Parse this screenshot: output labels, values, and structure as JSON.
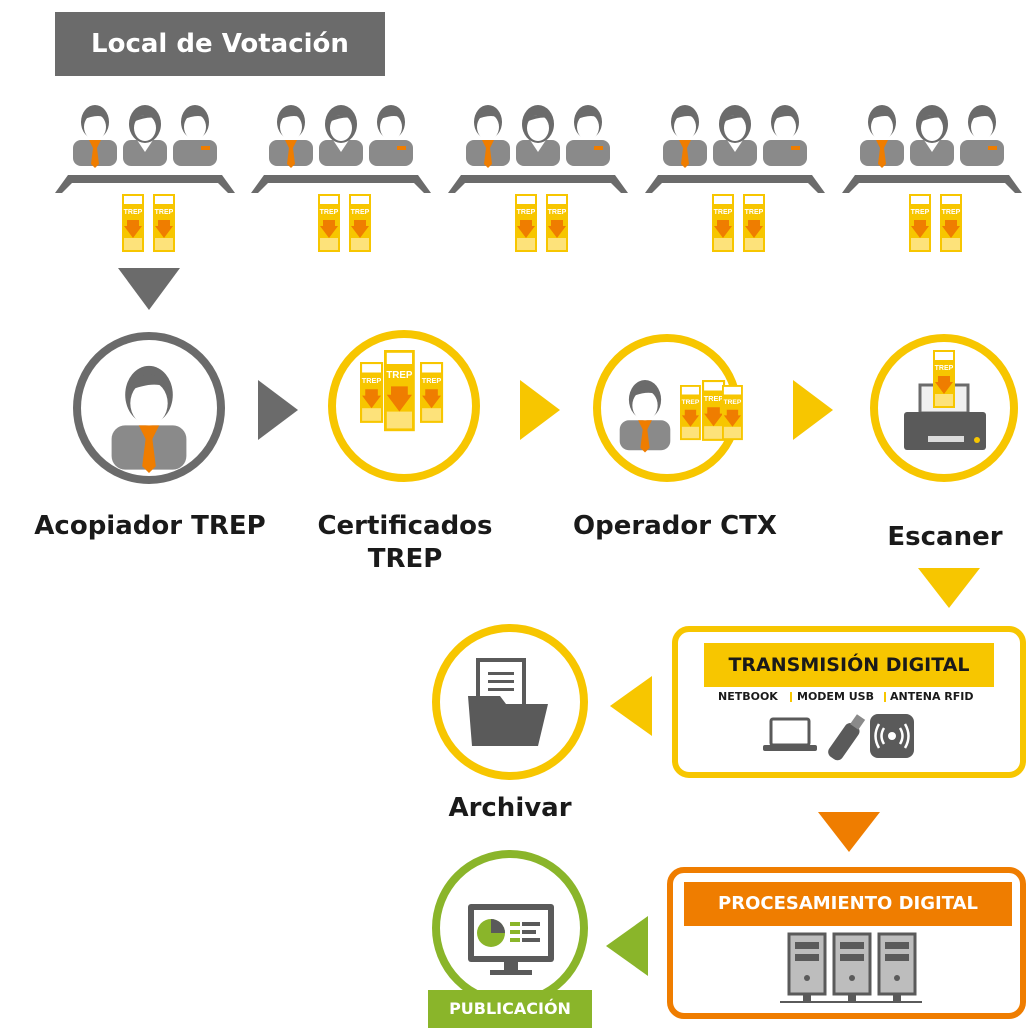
{
  "header": {
    "title": "Local de Votación"
  },
  "trep_tag": "TREP",
  "steps": {
    "acopiador": "Acopiador TREP",
    "certificados_line1": "Certificados",
    "certificados_line2": "TREP",
    "operador": "Operador CTX",
    "escaner": "Escaner",
    "archivar": "Archivar",
    "publicacion": "PUBLICACIÓN"
  },
  "transmision": {
    "title": "TRANSMISIÓN DIGITAL",
    "devices": [
      "NETBOOK",
      "MODEM USB",
      "ANTENA RFID"
    ]
  },
  "procesamiento": {
    "title": "PROCESAMIENTO DIGITAL"
  },
  "colors": {
    "gray": "#6b6b6b",
    "yellow": "#f7c600",
    "orange": "#ef7d00",
    "green": "#8ab52a"
  }
}
